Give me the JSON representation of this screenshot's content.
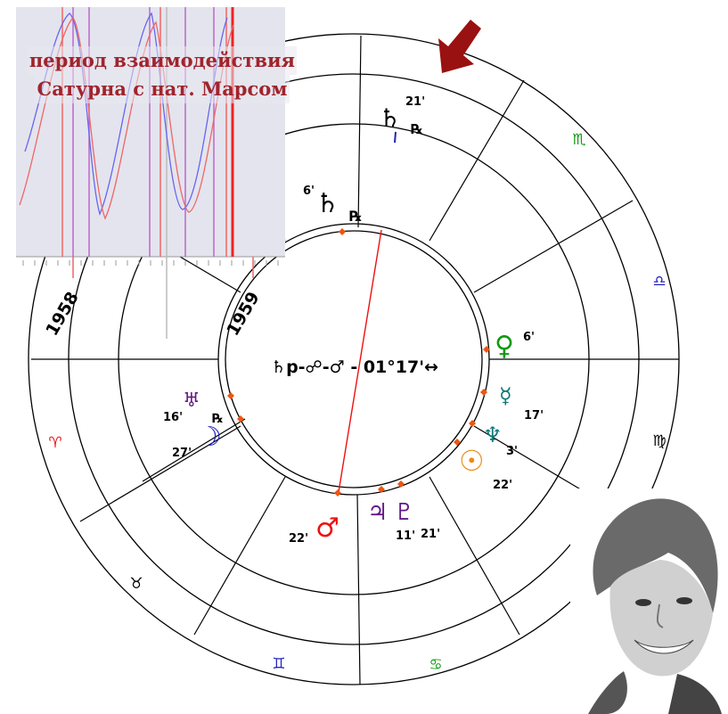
{
  "caption": {
    "line1": "период взаимодействия",
    "line2": "Сатурна с нат. Марсом"
  },
  "years": [
    "1958",
    "1959"
  ],
  "aspect_label": "♄р-☍-♂ - 01°17'↔",
  "transit_saturn": {
    "glyph": "♄",
    "retro": "℞",
    "degree": "21'"
  },
  "natal_planets": [
    {
      "key": "saturn",
      "glyph": "♄",
      "retro": "℞",
      "degree": "6'",
      "color": "#000000"
    },
    {
      "key": "venus",
      "glyph": "♀",
      "degree": "6'",
      "color": "#119911"
    },
    {
      "key": "mercury",
      "glyph": "☿",
      "degree": "17'",
      "color": "#117777"
    },
    {
      "key": "neptune",
      "glyph": "♆",
      "degree": "3'",
      "color": "#117777"
    },
    {
      "key": "sun",
      "glyph": "☉",
      "degree": "22'",
      "color": "#ee8a11"
    },
    {
      "key": "jupiter",
      "glyph": "♃",
      "degree": "11'",
      "color": "#661a88"
    },
    {
      "key": "pluto",
      "glyph": "♇",
      "degree": "21'",
      "color": "#661a88"
    },
    {
      "key": "mars",
      "glyph": "♂",
      "degree": "22'",
      "color": "#ee1111"
    },
    {
      "key": "moon",
      "glyph": "☽",
      "degree": "27'",
      "color": "#2222bb"
    },
    {
      "key": "uranus",
      "glyph": "♅",
      "retro": "℞",
      "degree": "16'",
      "color": "#661a88"
    }
  ],
  "zodiac_signs": [
    {
      "key": "scorpio",
      "glyph": "♏",
      "color": "#119911"
    },
    {
      "key": "libra",
      "glyph": "♎",
      "color": "#2222bb"
    },
    {
      "key": "virgo",
      "glyph": "♍",
      "color": "#000000"
    },
    {
      "key": "leo",
      "glyph": "♌",
      "color": "#ee1111"
    },
    {
      "key": "cancer",
      "glyph": "♋",
      "color": "#119911"
    },
    {
      "key": "gemini",
      "glyph": "♊",
      "color": "#2222bb"
    },
    {
      "key": "taurus",
      "glyph": "♉",
      "color": "#000000"
    },
    {
      "key": "aries",
      "glyph": "♈",
      "color": "#ee1111"
    }
  ],
  "colors": {
    "aspect_line": "#ee1111",
    "arrow": "#991111",
    "caption": "#a0242c",
    "graph_blue": "#6666ee",
    "graph_red": "#ee6666",
    "graph_bg": "#e4e4ee"
  }
}
